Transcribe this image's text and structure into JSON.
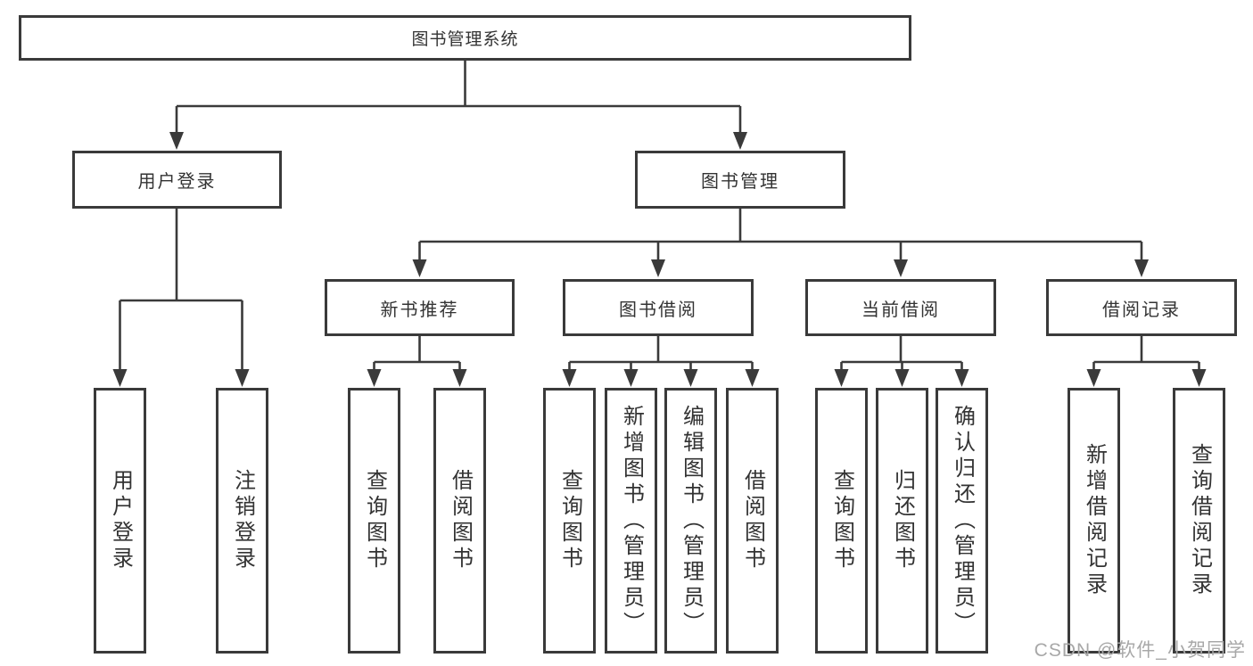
{
  "colors": {
    "line": "#3a3a3a",
    "text": "#333333",
    "box_background": "#ffffff",
    "watermark": "#a8a8a8"
  },
  "diagram": {
    "root": {
      "label": "图书管理系统"
    },
    "level2": [
      {
        "label": "用户登录"
      },
      {
        "label": "图书管理"
      }
    ],
    "level3": [
      {
        "label": "新书推荐",
        "parent": "图书管理"
      },
      {
        "label": "图书借阅",
        "parent": "图书管理"
      },
      {
        "label": "当前借阅",
        "parent": "图书管理"
      },
      {
        "label": "借阅记录",
        "parent": "图书管理"
      }
    ],
    "leaves": [
      {
        "label": "用户登录",
        "parent": "用户登录"
      },
      {
        "label": "注销登录",
        "parent": "用户登录"
      },
      {
        "label": "查询图书",
        "parent": "新书推荐"
      },
      {
        "label": "借阅图书",
        "parent": "新书推荐"
      },
      {
        "label": "查询图书",
        "parent": "图书借阅"
      },
      {
        "label": "新增图书（管理员）",
        "parent": "图书借阅"
      },
      {
        "label": "编辑图书（管理员）",
        "parent": "图书借阅"
      },
      {
        "label": "借阅图书",
        "parent": "图书借阅"
      },
      {
        "label": "查询图书",
        "parent": "当前借阅"
      },
      {
        "label": "归还图书",
        "parent": "当前借阅"
      },
      {
        "label": "确认归还（管理员）",
        "parent": "当前借阅"
      },
      {
        "label": "新增借阅记录",
        "parent": "借阅记录"
      },
      {
        "label": "查询借阅记录",
        "parent": "借阅记录"
      }
    ]
  },
  "watermark": {
    "text": "CSDN @软件_小贺同学"
  }
}
